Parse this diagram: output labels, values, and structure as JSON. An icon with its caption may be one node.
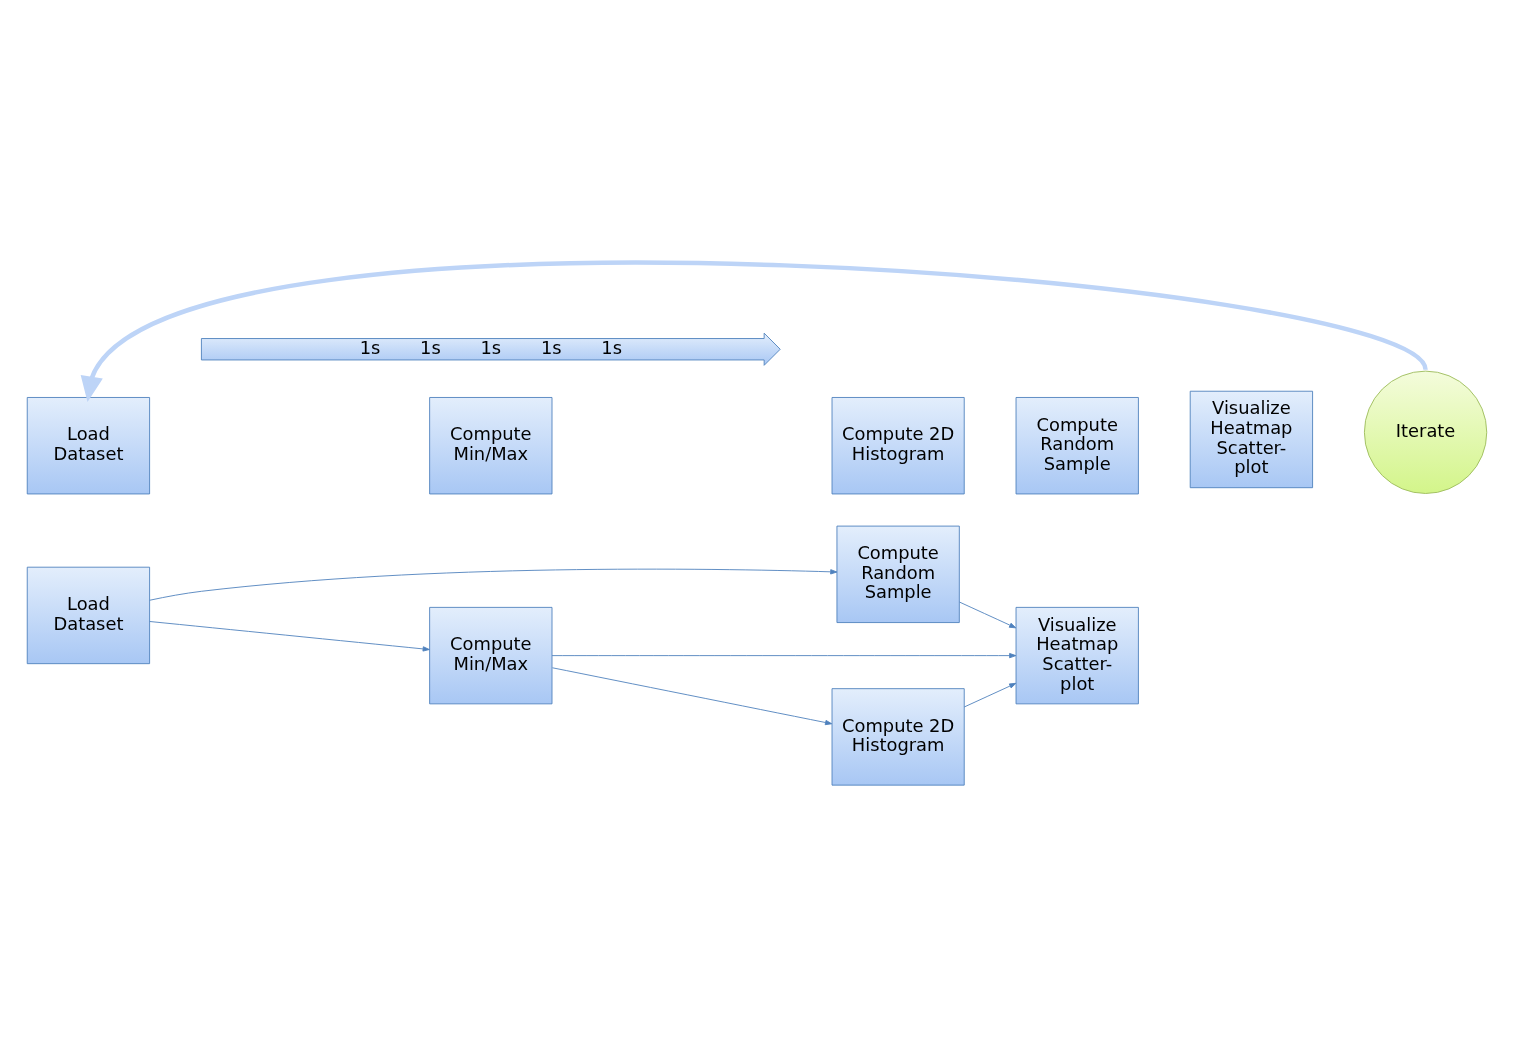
{
  "diagram": {
    "nodes": [
      {
        "text": [
          "Load Dataset"
        ]
      },
      {
        "text": [
          "Compute Min/Max"
        ]
      },
      {
        "text": [
          "Compute 2D Histogram"
        ]
      },
      {
        "text": [
          "Visualize Heatmap Scatter-plot"
        ]
      },
      {
        "text": [
          "Compute Random Sample"
        ]
      },
      {
        "text": [
          "Load Dataset"
        ]
      },
      {
        "text": [
          "Compute Min/Max"
        ]
      },
      {
        "text": [
          "Compute 2D Histogram"
        ]
      },
      {
        "text": [
          "Compute Random Sample"
        ]
      },
      {
        "text": [
          "Visualize Heatmap Scatter-plot"
        ]
      },
      {
        "text": [
          "Iterate"
        ]
      },
      {
        "text": [
          "1s",
          "1s",
          "1s",
          "1s",
          "1s"
        ]
      }
    ],
    "edges": [
      {
        "from": 0,
        "to": 1,
        "arrow": "to"
      },
      {
        "from": 0,
        "to": 4,
        "arrow": "to"
      },
      {
        "from": 1,
        "to": 2,
        "arrow": "to"
      },
      {
        "from": 1,
        "to": 3,
        "arrow": "to"
      },
      {
        "from": 2,
        "to": 3,
        "arrow": "to"
      },
      {
        "from": 4,
        "to": 3,
        "arrow": "to"
      },
      {
        "from": 10,
        "to": 5,
        "arrow": "to",
        "style": "thick",
        "color": "#bdd4f7"
      }
    ]
  }
}
